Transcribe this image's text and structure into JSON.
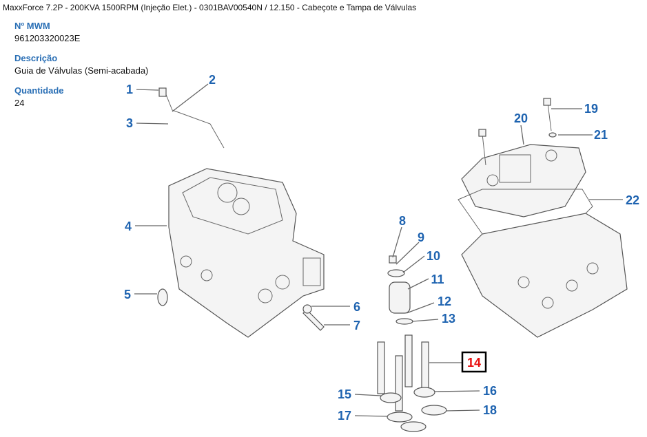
{
  "header": {
    "title": "MaxxForce 7.2P - 200KVA 1500RPM (Injeção Elet.) - 0301BAV00540N  /  12.150 - Cabeçote e Tampa de Válvulas"
  },
  "details": {
    "part_number_label": "Nº MWM",
    "part_number": "961203320023E",
    "description_label": "Descrição",
    "description": "Guia de Válvulas (Semi-acabada)",
    "quantity_label": "Quantidade",
    "quantity": "24"
  },
  "diagram": {
    "callouts": [
      "1",
      "2",
      "3",
      "4",
      "5",
      "6",
      "7",
      "8",
      "9",
      "10",
      "11",
      "12",
      "13",
      "14",
      "15",
      "16",
      "17",
      "18",
      "19",
      "20",
      "21",
      "22"
    ],
    "highlighted": "14",
    "highlight_color": "#e81010",
    "callout_color": "#1e63b0"
  }
}
